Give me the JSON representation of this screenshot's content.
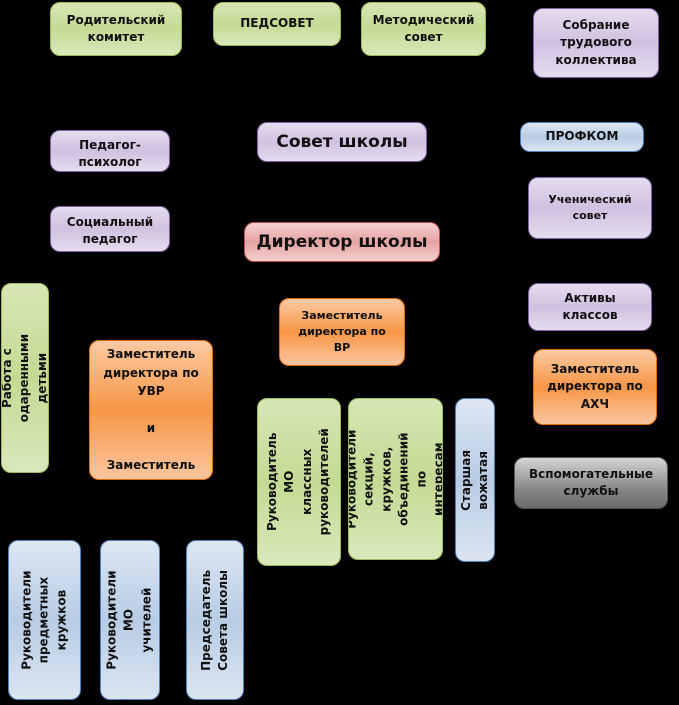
{
  "nodes": {
    "parent_committee": "Родительский\nкомитет",
    "pedsovet": "ПЕДСОВЕТ",
    "method_council": "Методический\nсовет",
    "staff_meeting": "Собрание\nтрудового\nколлектива",
    "school_council": "Совет школы",
    "profkom": "ПРОФКОМ",
    "psychologist": "Педагог-\nпсихолог",
    "student_council": "Ученический\nсовет",
    "social_pedagog": "Социальный\nпедагог",
    "director": "Директор  школы",
    "gifted": "Работа с одаренными\nдетьми",
    "deputy_vr": "Заместитель\nдиректора по\nВР",
    "class_actives": "Активы\nклассов",
    "deputy_uvr": "Заместитель\nдиректора по\nУВР\n\nи\n\nЗаместитель",
    "deputy_ahch": "Заместитель\nдиректора по\nАХЧ",
    "mo_class_heads": "Руководитель МО\nклассных\nруководителей",
    "section_heads": "Руководители\nсекций, кружков,\nобъединений по\nинтересам",
    "senior_counselor": "Старшая вожатая",
    "support_services": "Вспомогательные\nслужбы",
    "subject_circles": "Руководители\nпредметных\nкружков",
    "mo_teachers": "Руководители МО\nучителей",
    "council_chair": "Председатель\nСовета школы"
  },
  "colors": {
    "background": "#000000",
    "green": "#c4da93",
    "purple": "#cfc1e0",
    "blue": "#b8cce4",
    "orange": "#f79646",
    "red": "#e6a3a3",
    "gray": "#8a8a8a"
  }
}
